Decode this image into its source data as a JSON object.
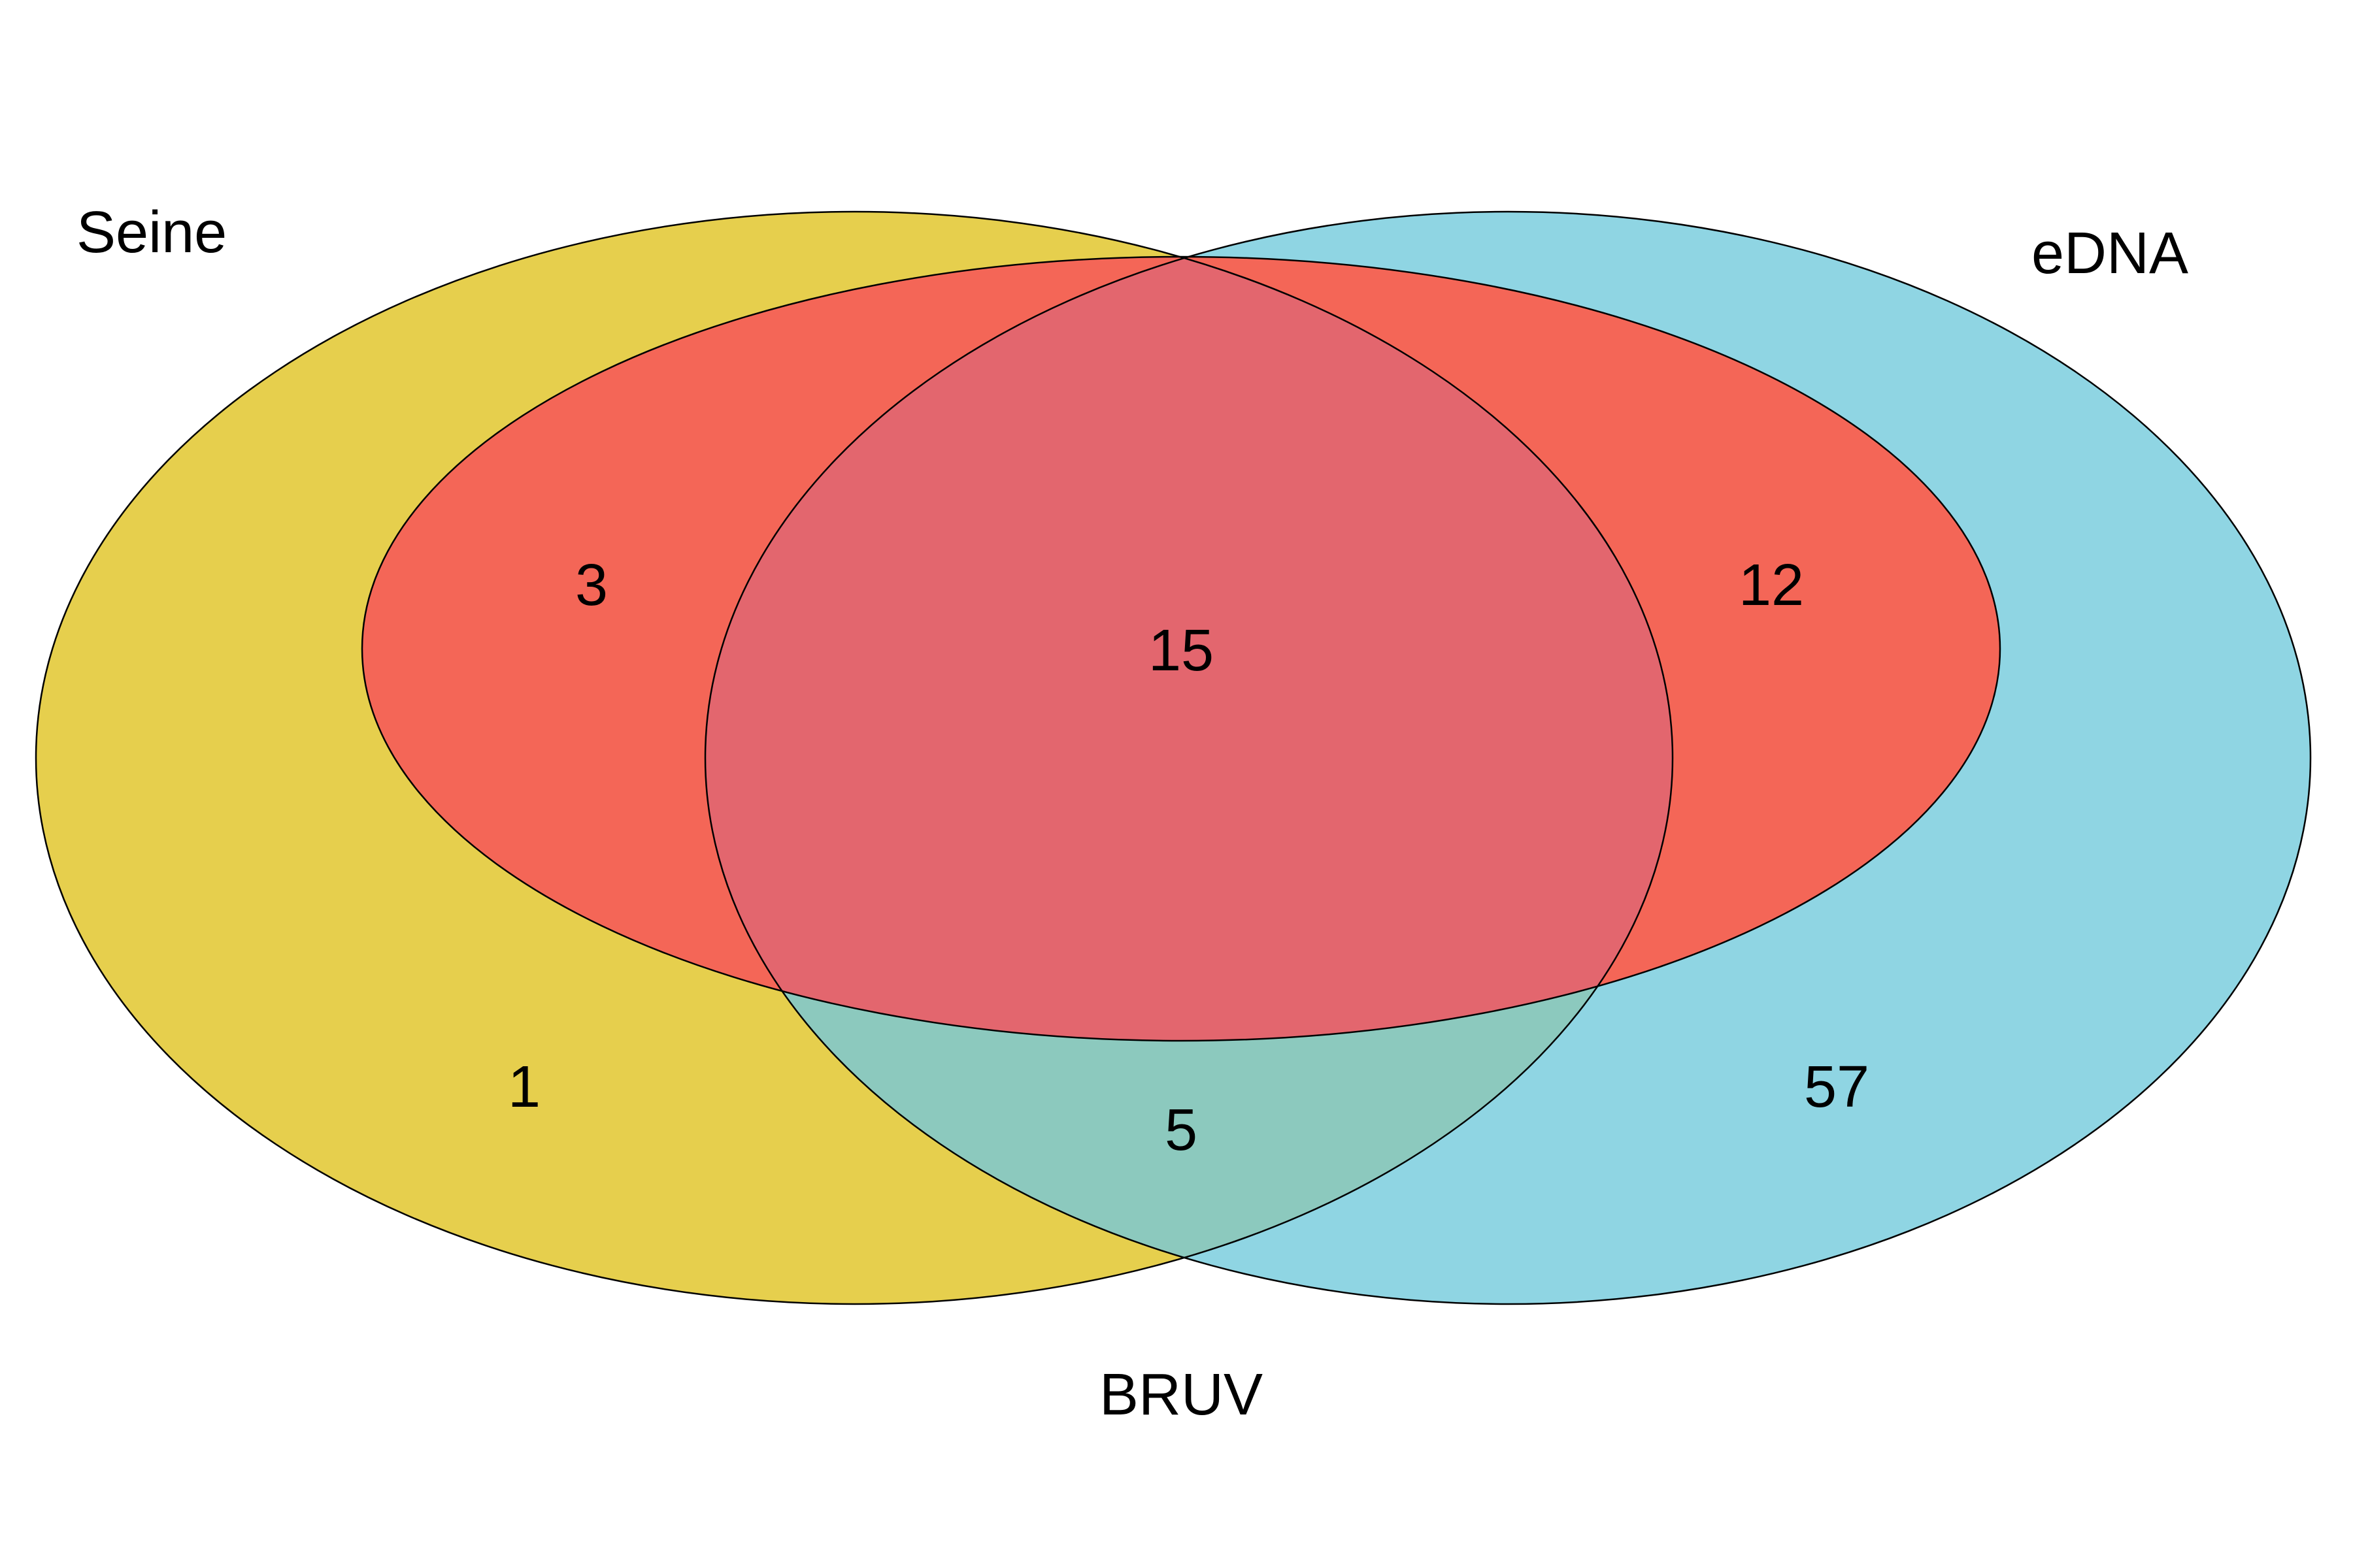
{
  "sets": {
    "seine": {
      "label": "Seine",
      "color": "#E6CF4D"
    },
    "edna": {
      "label": "eDNA",
      "color": "#8FD5E3"
    },
    "bruv": {
      "label": "BRUV"
    }
  },
  "regions": {
    "seine_only": {
      "count": "1",
      "color": "#E6CF4D"
    },
    "edna_only": {
      "count": "57",
      "color": "#8FD5E3"
    },
    "seine_bruv": {
      "count": "3",
      "color": "#F46657"
    },
    "edna_bruv": {
      "count": "12",
      "color": "#E3666E"
    },
    "all_three": {
      "count": "15",
      "color": "#E3666E"
    },
    "seine_edna": {
      "count": "5",
      "color": "#8CC9BE"
    }
  }
}
